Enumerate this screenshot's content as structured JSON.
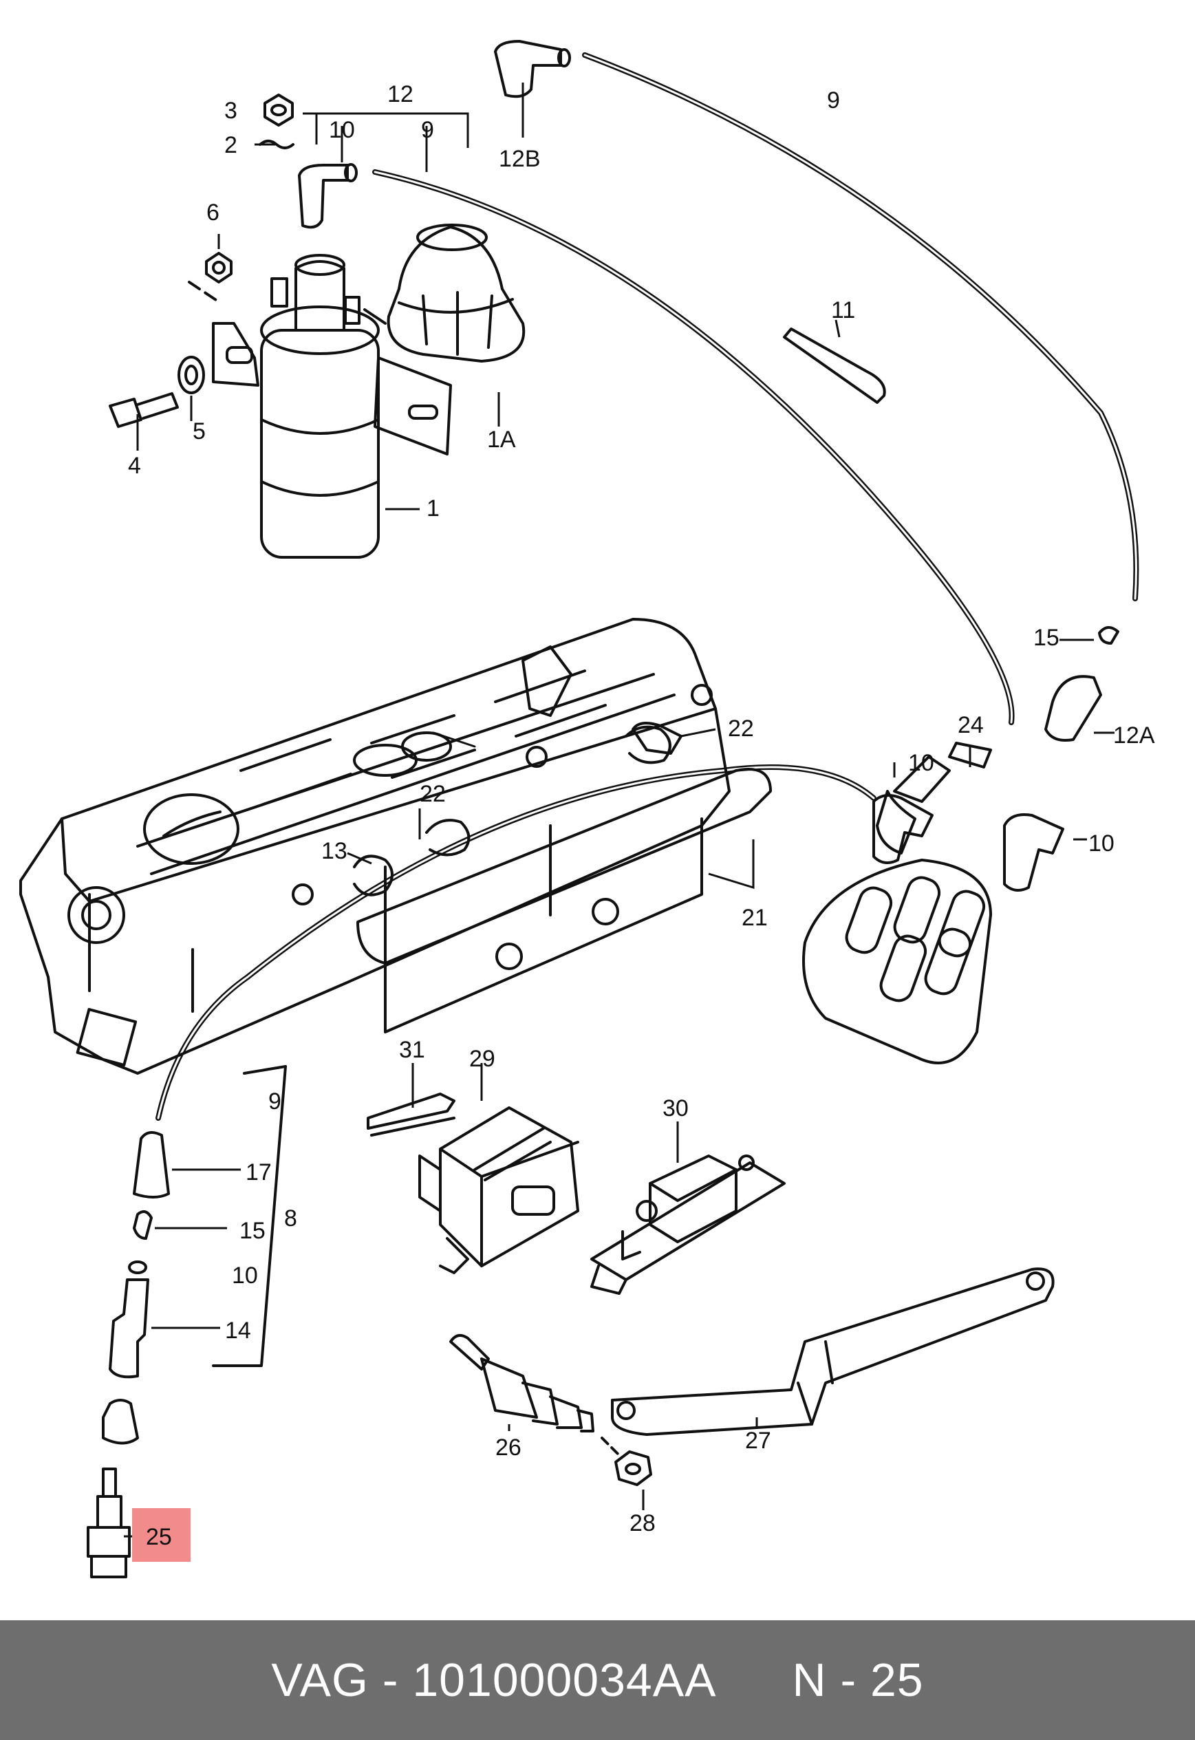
{
  "callouts": {
    "c1": "1",
    "c1A": "1A",
    "c2": "2",
    "c3": "3",
    "c4": "4",
    "c5": "5",
    "c6": "6",
    "c8": "8",
    "c9a": "9",
    "c9b": "9",
    "c9c": "9",
    "c10a": "10",
    "c10b": "10",
    "c10c": "10",
    "c10d": "10",
    "c11": "11",
    "c12": "12",
    "c12A": "12A",
    "c12B": "12B",
    "c13": "13",
    "c14": "14",
    "c15a": "15",
    "c15b": "15",
    "c17": "17",
    "c21": "21",
    "c22a": "22",
    "c22b": "22",
    "c24": "24",
    "c25": "25",
    "c26": "26",
    "c27": "27",
    "c28": "28",
    "c29": "29",
    "c30": "30",
    "c31": "31"
  },
  "highlight": {
    "color": "#f28b8b",
    "target": "25"
  },
  "footer": {
    "part_number": "VAG - 101000034AA",
    "position": "N - 25"
  }
}
